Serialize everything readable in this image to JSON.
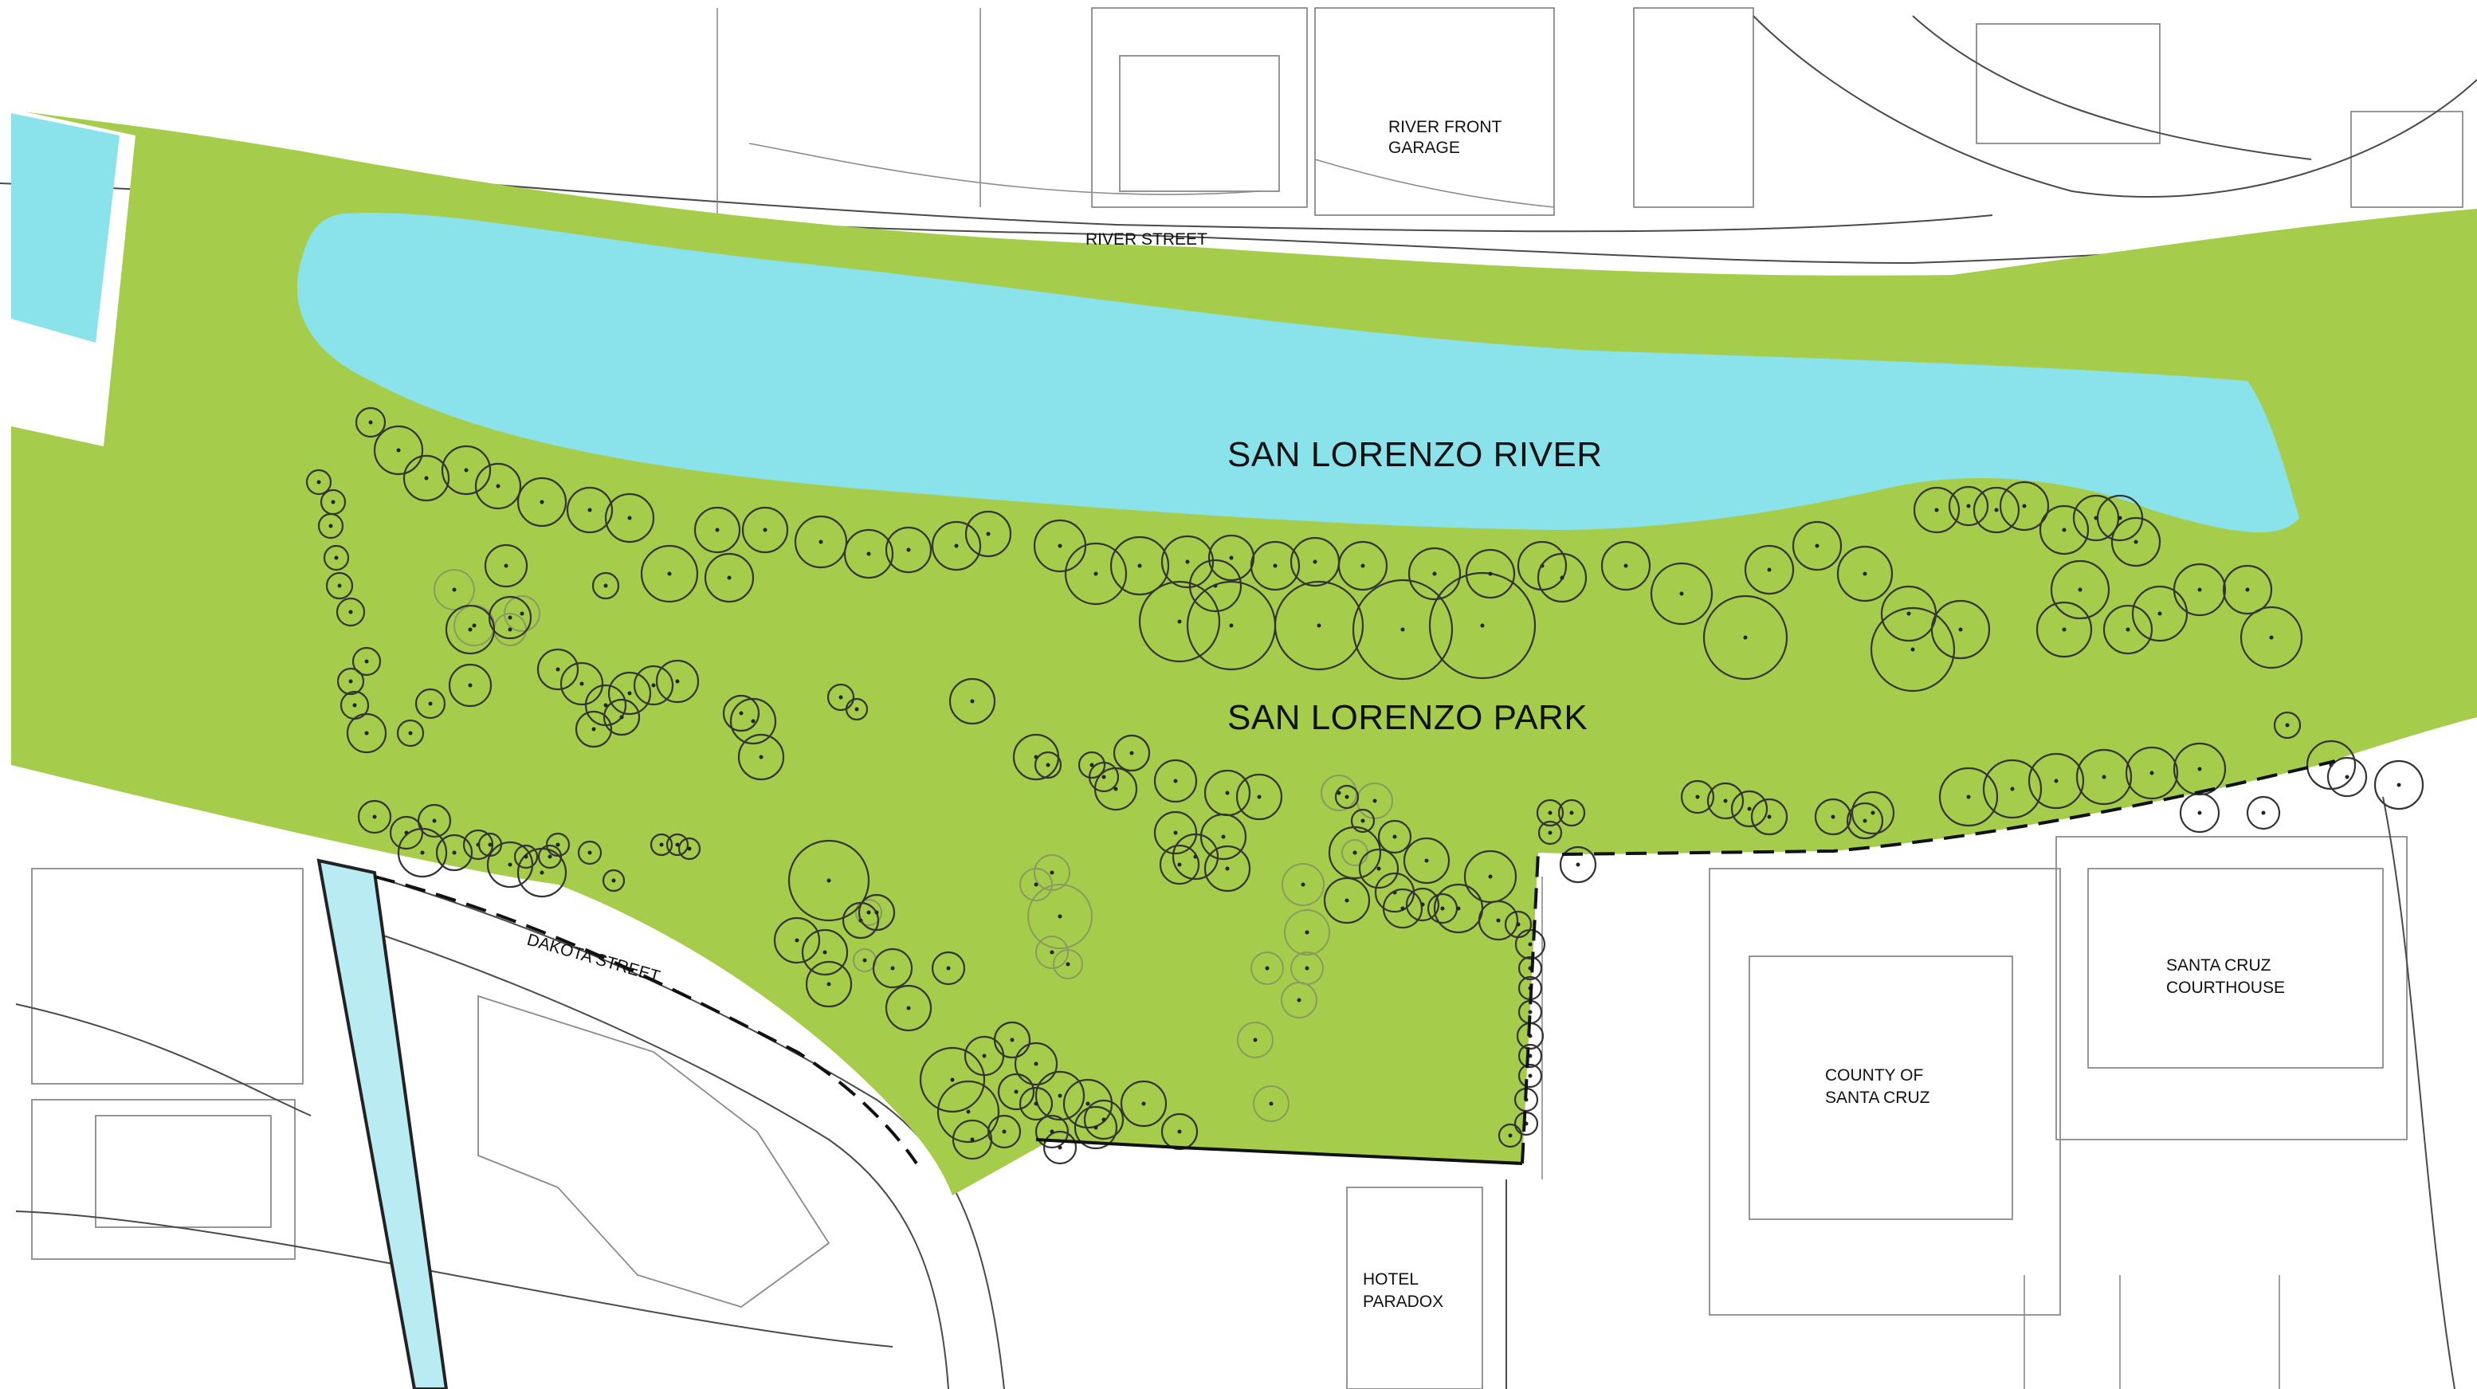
{
  "map": {
    "water_label": "SAN LORENZO RIVER",
    "park_label": "SAN LORENZO PARK",
    "streets": {
      "river_street": "RIVER STREET",
      "dakota_street": "DAKOTA STREET"
    },
    "buildings": {
      "garage_line1": "RIVER FRONT",
      "garage_line2": "GARAGE",
      "courthouse_line1": "SANTA CRUZ",
      "courthouse_line2": "COURTHOUSE",
      "county_line1": "COUNTY OF",
      "county_line2": "SANTA CRUZ",
      "hotel_line1": "HOTEL",
      "hotel_line2": "PARADOX"
    },
    "colors": {
      "park": "#a5cd4b",
      "water": "#8ae3eb",
      "channel": "#b8ecf2",
      "background": "#ffffff",
      "linework": "#4a4a4a"
    }
  }
}
